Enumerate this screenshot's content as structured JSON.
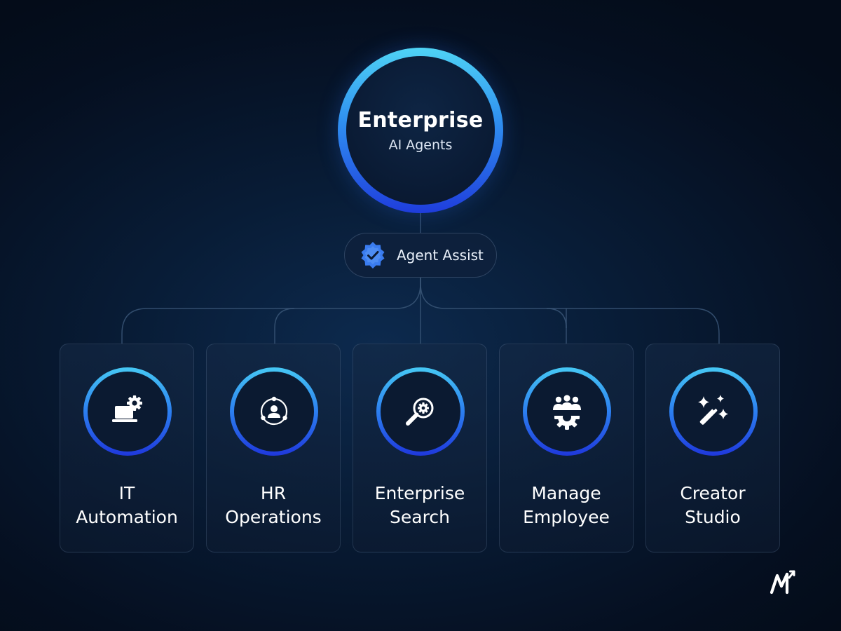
{
  "hub": {
    "title": "Enterprise",
    "subtitle": "AI Agents"
  },
  "connector": {
    "label": "Agent Assist",
    "icon": "verified-badge-icon"
  },
  "cards": [
    {
      "line1": "IT",
      "line2": "Automation",
      "icon": "laptop-gear-icon"
    },
    {
      "line1": "HR",
      "line2": "Operations",
      "icon": "people-network-icon"
    },
    {
      "line1": "Enterprise",
      "line2": "Search",
      "icon": "magnifier-gear-icon"
    },
    {
      "line1": "Manage",
      "line2": "Employee",
      "icon": "team-gear-icon"
    },
    {
      "line1": "Creator",
      "line2": "Studio",
      "icon": "magic-wand-icon"
    }
  ],
  "brand": {
    "logo": "brand-logo-icon"
  },
  "colors": {
    "background": "#071428",
    "ring_top": "#4fd3f5",
    "ring_bottom": "#1f3ddc",
    "badge": "#3a7cf0"
  }
}
